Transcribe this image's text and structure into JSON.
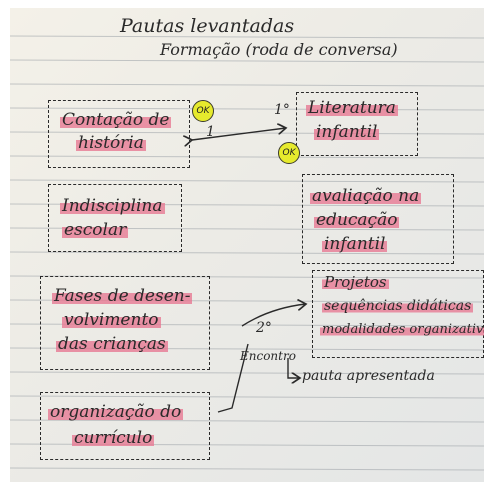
{
  "header": {
    "title": "Pautas levantadas",
    "subtitle": "Formação (roda de conversa)"
  },
  "topics": {
    "contacao": [
      "Contação de",
      "história"
    ],
    "literatura": [
      "Literatura",
      "infantil"
    ],
    "indisciplina": [
      "Indisciplina",
      "escolar"
    ],
    "avaliacao": [
      "avaliação na",
      "educação",
      "infantil"
    ],
    "fases": [
      "Fases de desen-",
      "volvimento",
      "das crianças"
    ],
    "projetos": [
      "Projetos",
      "sequências didáticas",
      "modalidades organizativas"
    ],
    "curriculo": [
      "organização do",
      "currículo"
    ]
  },
  "markers": {
    "ok_1": "OK",
    "ok_2": "OK",
    "num_1": "1°",
    "num_1b": "1",
    "num_2": "2°"
  },
  "notes": {
    "encontro": "Encontro",
    "pauta": "pauta apresentada"
  }
}
